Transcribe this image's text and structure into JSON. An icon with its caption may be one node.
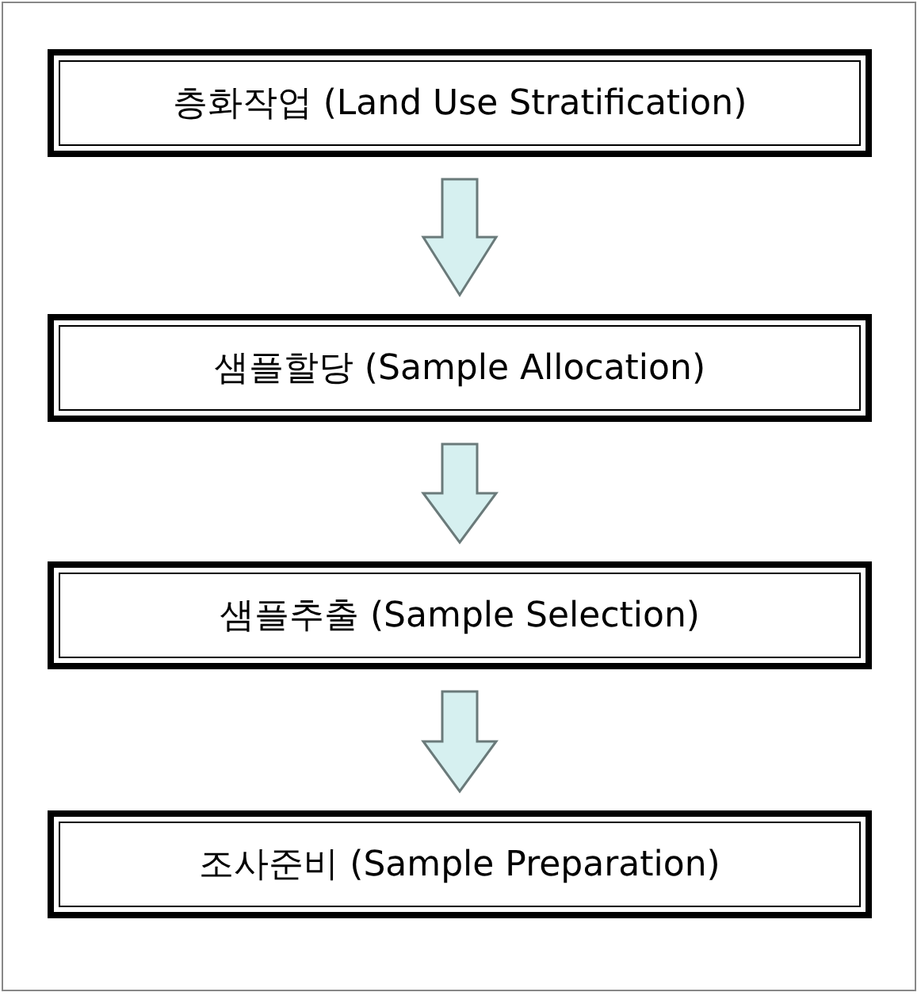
{
  "diagram": {
    "nodes": [
      {
        "text": [
          "층화작업 (Land Use Stratification)"
        ]
      },
      {
        "text": [
          "샘플할당 (Sample Allocation)"
        ]
      },
      {
        "text": [
          "샘플추출 (Sample Selection)"
        ]
      },
      {
        "text": [
          "조사준비 (Sample Preparation)"
        ]
      }
    ],
    "edges": [
      {
        "from": 0,
        "to": 1,
        "arrow": "to"
      },
      {
        "from": 1,
        "to": 2,
        "arrow": "to"
      },
      {
        "from": 2,
        "to": 3,
        "arrow": "to"
      }
    ]
  }
}
